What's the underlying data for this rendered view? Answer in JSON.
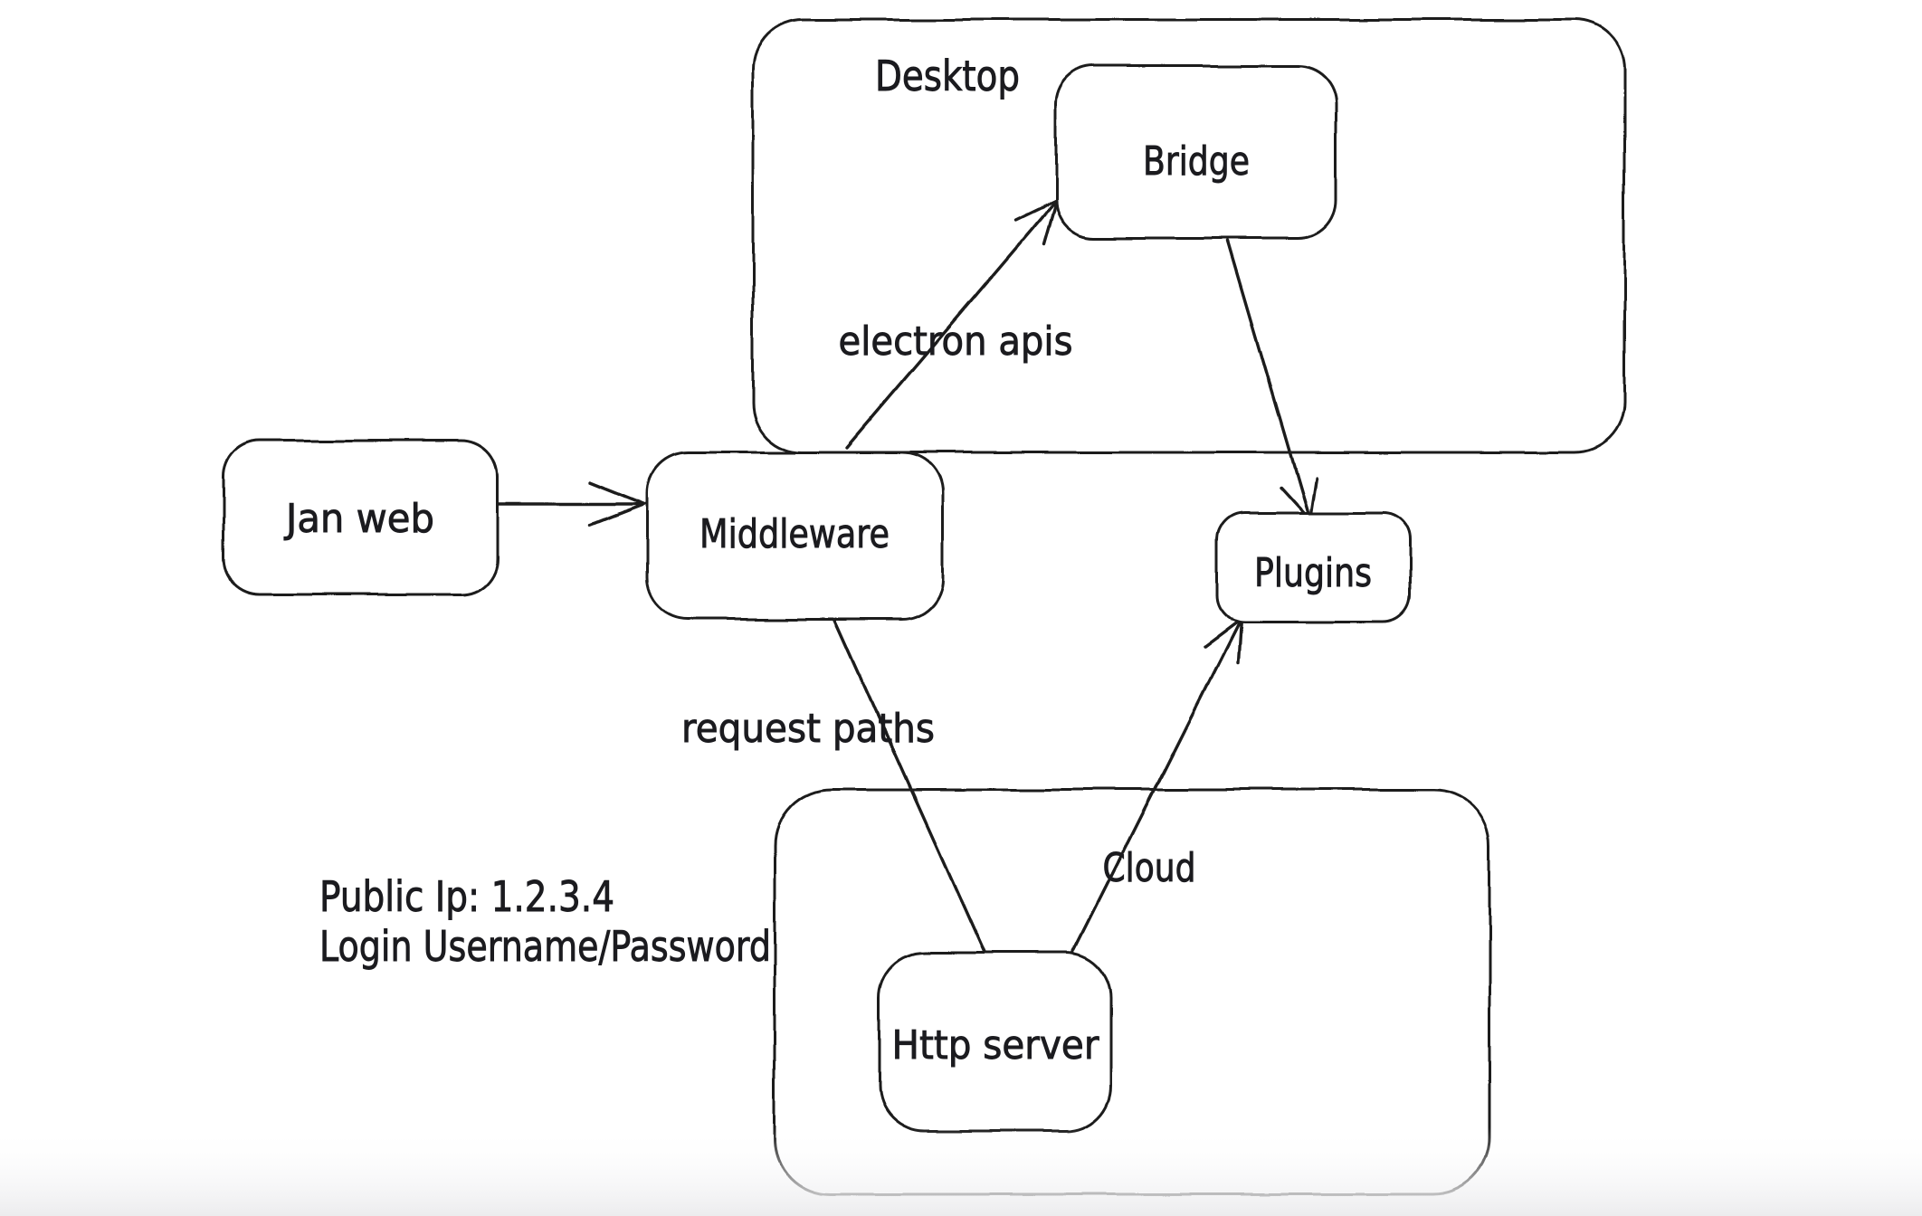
{
  "diagram": {
    "background": "#ffffff",
    "stroke_color": "#1e1e1e",
    "text_color": "#1b1b1f",
    "containers": [
      {
        "id": "desktop",
        "label": "Desktop"
      },
      {
        "id": "cloud",
        "label": "Cloud"
      }
    ],
    "nodes": [
      {
        "id": "jan-web",
        "label": "Jan web"
      },
      {
        "id": "middleware",
        "label": "Middleware"
      },
      {
        "id": "bridge",
        "label": "Bridge"
      },
      {
        "id": "plugins",
        "label": "Plugins"
      },
      {
        "id": "http-server",
        "label": "Http server"
      }
    ],
    "edges": [
      {
        "id": "jan-web-to-middleware",
        "from": "Jan web",
        "to": "Middleware",
        "label": "",
        "arrowhead": true
      },
      {
        "id": "middleware-to-bridge",
        "from": "Middleware",
        "to": "Bridge",
        "label": "electron apis",
        "arrowhead": true
      },
      {
        "id": "bridge-to-plugins",
        "from": "Bridge",
        "to": "Plugins",
        "label": "",
        "arrowhead": true
      },
      {
        "id": "middleware-to-http-server",
        "from": "Middleware",
        "to": "Http server",
        "label": "request paths",
        "arrowhead": false
      },
      {
        "id": "http-server-to-plugins",
        "from": "Http server",
        "to": "Plugins",
        "label": "",
        "arrowhead": true
      }
    ],
    "annotations": [
      "Public Ip: 1.2.3.4",
      "Login Username/Password"
    ]
  }
}
